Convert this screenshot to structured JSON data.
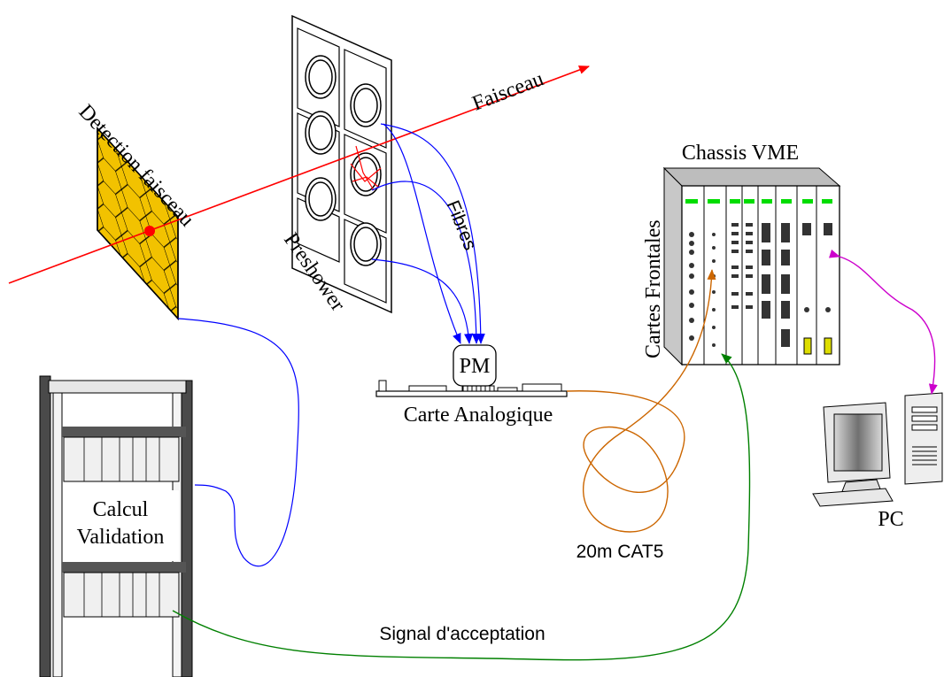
{
  "labels": {
    "faisceau": "Faisceau",
    "detection": "Detection faisceau",
    "preshower": "Preshower",
    "fibres": "Fibres",
    "pm": "PM",
    "carte_analogique": "Carte Analogique",
    "chassis": "Chassis VME",
    "cartes_frontales": "Cartes Frontales",
    "pc": "PC",
    "cable": "20m CAT5",
    "calcul": "Calcul",
    "validation": "Validation",
    "signal": "Signal d'acceptation"
  },
  "colors": {
    "beam": "#ff0000",
    "fibre": "#0000ff",
    "cat5": "#cc6600",
    "acceptance": "#008000",
    "pc_link": "#cc00cc",
    "hodoscope": "#f2c200",
    "led": "#00dd00"
  },
  "icons": [
    "beam-arrow",
    "hexagon-hodoscope",
    "photomultiplier",
    "vme-crate",
    "desktop-computer",
    "equipment-rack"
  ]
}
